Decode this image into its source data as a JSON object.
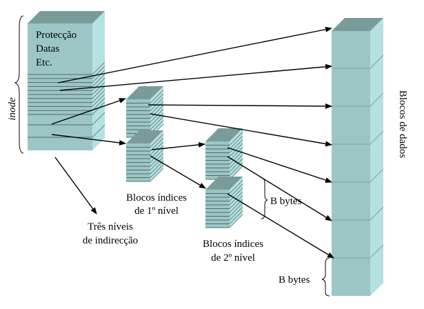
{
  "diagram": {
    "inode": {
      "label": "inode",
      "fields": [
        "Protecção",
        "Datas",
        "Etc."
      ]
    },
    "labels": {
      "first_level": [
        "Blocos índices",
        "de 1º nível"
      ],
      "second_level": [
        "Blocos índices",
        "de 2º nível"
      ],
      "three_levels": [
        "Três níveis",
        "de indirecção"
      ],
      "data_blocks": "Blocos de dados",
      "b_bytes_index": "B bytes",
      "b_bytes_data": "B bytes"
    },
    "colors": {
      "front": "#9cc6c6",
      "top": "#799b99",
      "side": "#b4e1e1",
      "line": "#4f6b6b"
    }
  }
}
